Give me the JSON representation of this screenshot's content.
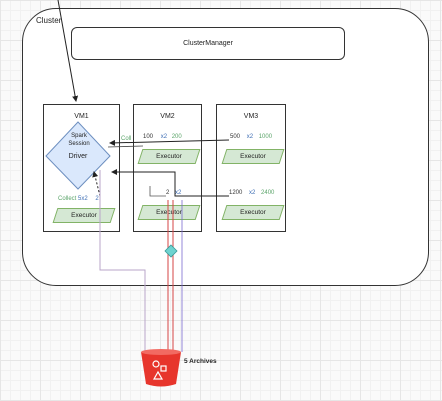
{
  "cluster": {
    "label": "Cluster"
  },
  "cluster_manager": {
    "label": "ClusterManager"
  },
  "vm1": {
    "title": "VM1",
    "driver": {
      "line1": "Spark",
      "line2": "Session",
      "line3": "Driver"
    },
    "collect_label": "Collect",
    "collect_multiplier": "5x2",
    "collect_value": "2",
    "executor_label": "Executor"
  },
  "vm2": {
    "title": "VM2",
    "prefix_label": "Coll",
    "row1": {
      "value": "100",
      "op": "x2",
      "result": "200"
    },
    "row2": {
      "value": "2",
      "op": "x2",
      "result": ""
    },
    "executor_top_label": "Executor",
    "executor_bottom_label": "Executor"
  },
  "vm3": {
    "title": "VM3",
    "row1": {
      "value": "500",
      "op": "x2",
      "result": "1000"
    },
    "row2": {
      "value": "1200",
      "op": "x2",
      "result": "2400"
    },
    "executor_top_label": "Executor",
    "executor_bottom_label": "Executor"
  },
  "storage": {
    "label": "5 Archives",
    "icon": "s3-bucket-icon",
    "color": "#e7352c"
  },
  "colors": {
    "executor_fill": "#d5e8d4",
    "executor_stroke": "#82b366",
    "driver_fill": "#dae8fc",
    "driver_stroke": "#6c8ebf"
  }
}
